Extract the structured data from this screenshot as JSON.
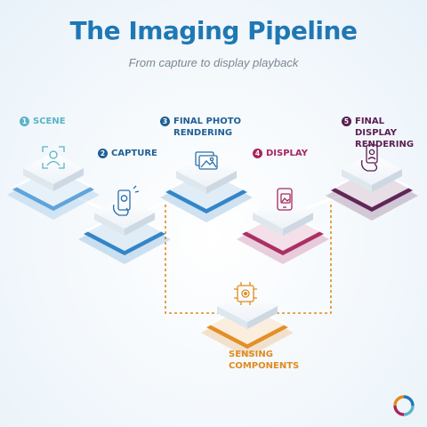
{
  "header": {
    "title": "The Imaging Pipeline",
    "subtitle": "From capture to display playback"
  },
  "colors": {
    "title": "#1f78b4",
    "blue": "#2a7fc4",
    "light_blue": "#5aa0d8",
    "teal": "#5ab4c8",
    "magenta": "#a8265e",
    "purple": "#5a1e50",
    "orange": "#e08a1e"
  },
  "steps": [
    {
      "number": "1",
      "label": "SCENE",
      "icon": "person-scan-icon"
    },
    {
      "number": "2",
      "label": "CAPTURE",
      "icon": "phone-camera-hand-icon"
    },
    {
      "number": "3",
      "label": "FINAL PHOTO\nRENDERING",
      "icon": "photo-gallery-icon"
    },
    {
      "number": "4",
      "label": "DISPLAY",
      "icon": "phone-image-icon"
    },
    {
      "number": "5",
      "label": "FINAL DISPLAY\nRENDERING",
      "icon": "hand-holding-phone-icon"
    }
  ],
  "sensing": {
    "label": "SENSING\nCOMPONENTS",
    "icon": "sensor-chip-icon"
  },
  "logo": {
    "icon": "brand-ring-logo-icon"
  }
}
